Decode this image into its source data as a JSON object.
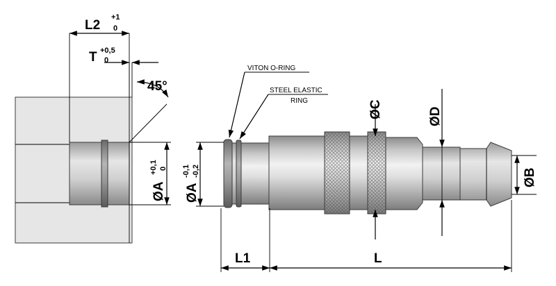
{
  "labels": {
    "l2": "L2",
    "l2_tol_upper": "+1",
    "l2_tol_lower": "0",
    "t": "T",
    "t_tol_upper": "+0,5",
    "t_tol_lower": "0",
    "angle": "45°",
    "viton": "VITON O-RING",
    "steel_line1": "STEEL ELASTIC",
    "steel_line2": "RING",
    "dia_c": "ØC",
    "dia_d": "ØD",
    "dia_b": "ØB",
    "dia_a_housing": "ØA",
    "dia_a_housing_tol_upper": "+0,1",
    "dia_a_housing_tol_lower": "0",
    "dia_a_plug": "ØA",
    "dia_a_plug_tol_upper": "-0,1",
    "dia_a_plug_tol_lower": "-0,2",
    "l1": "L1",
    "l": "L"
  }
}
